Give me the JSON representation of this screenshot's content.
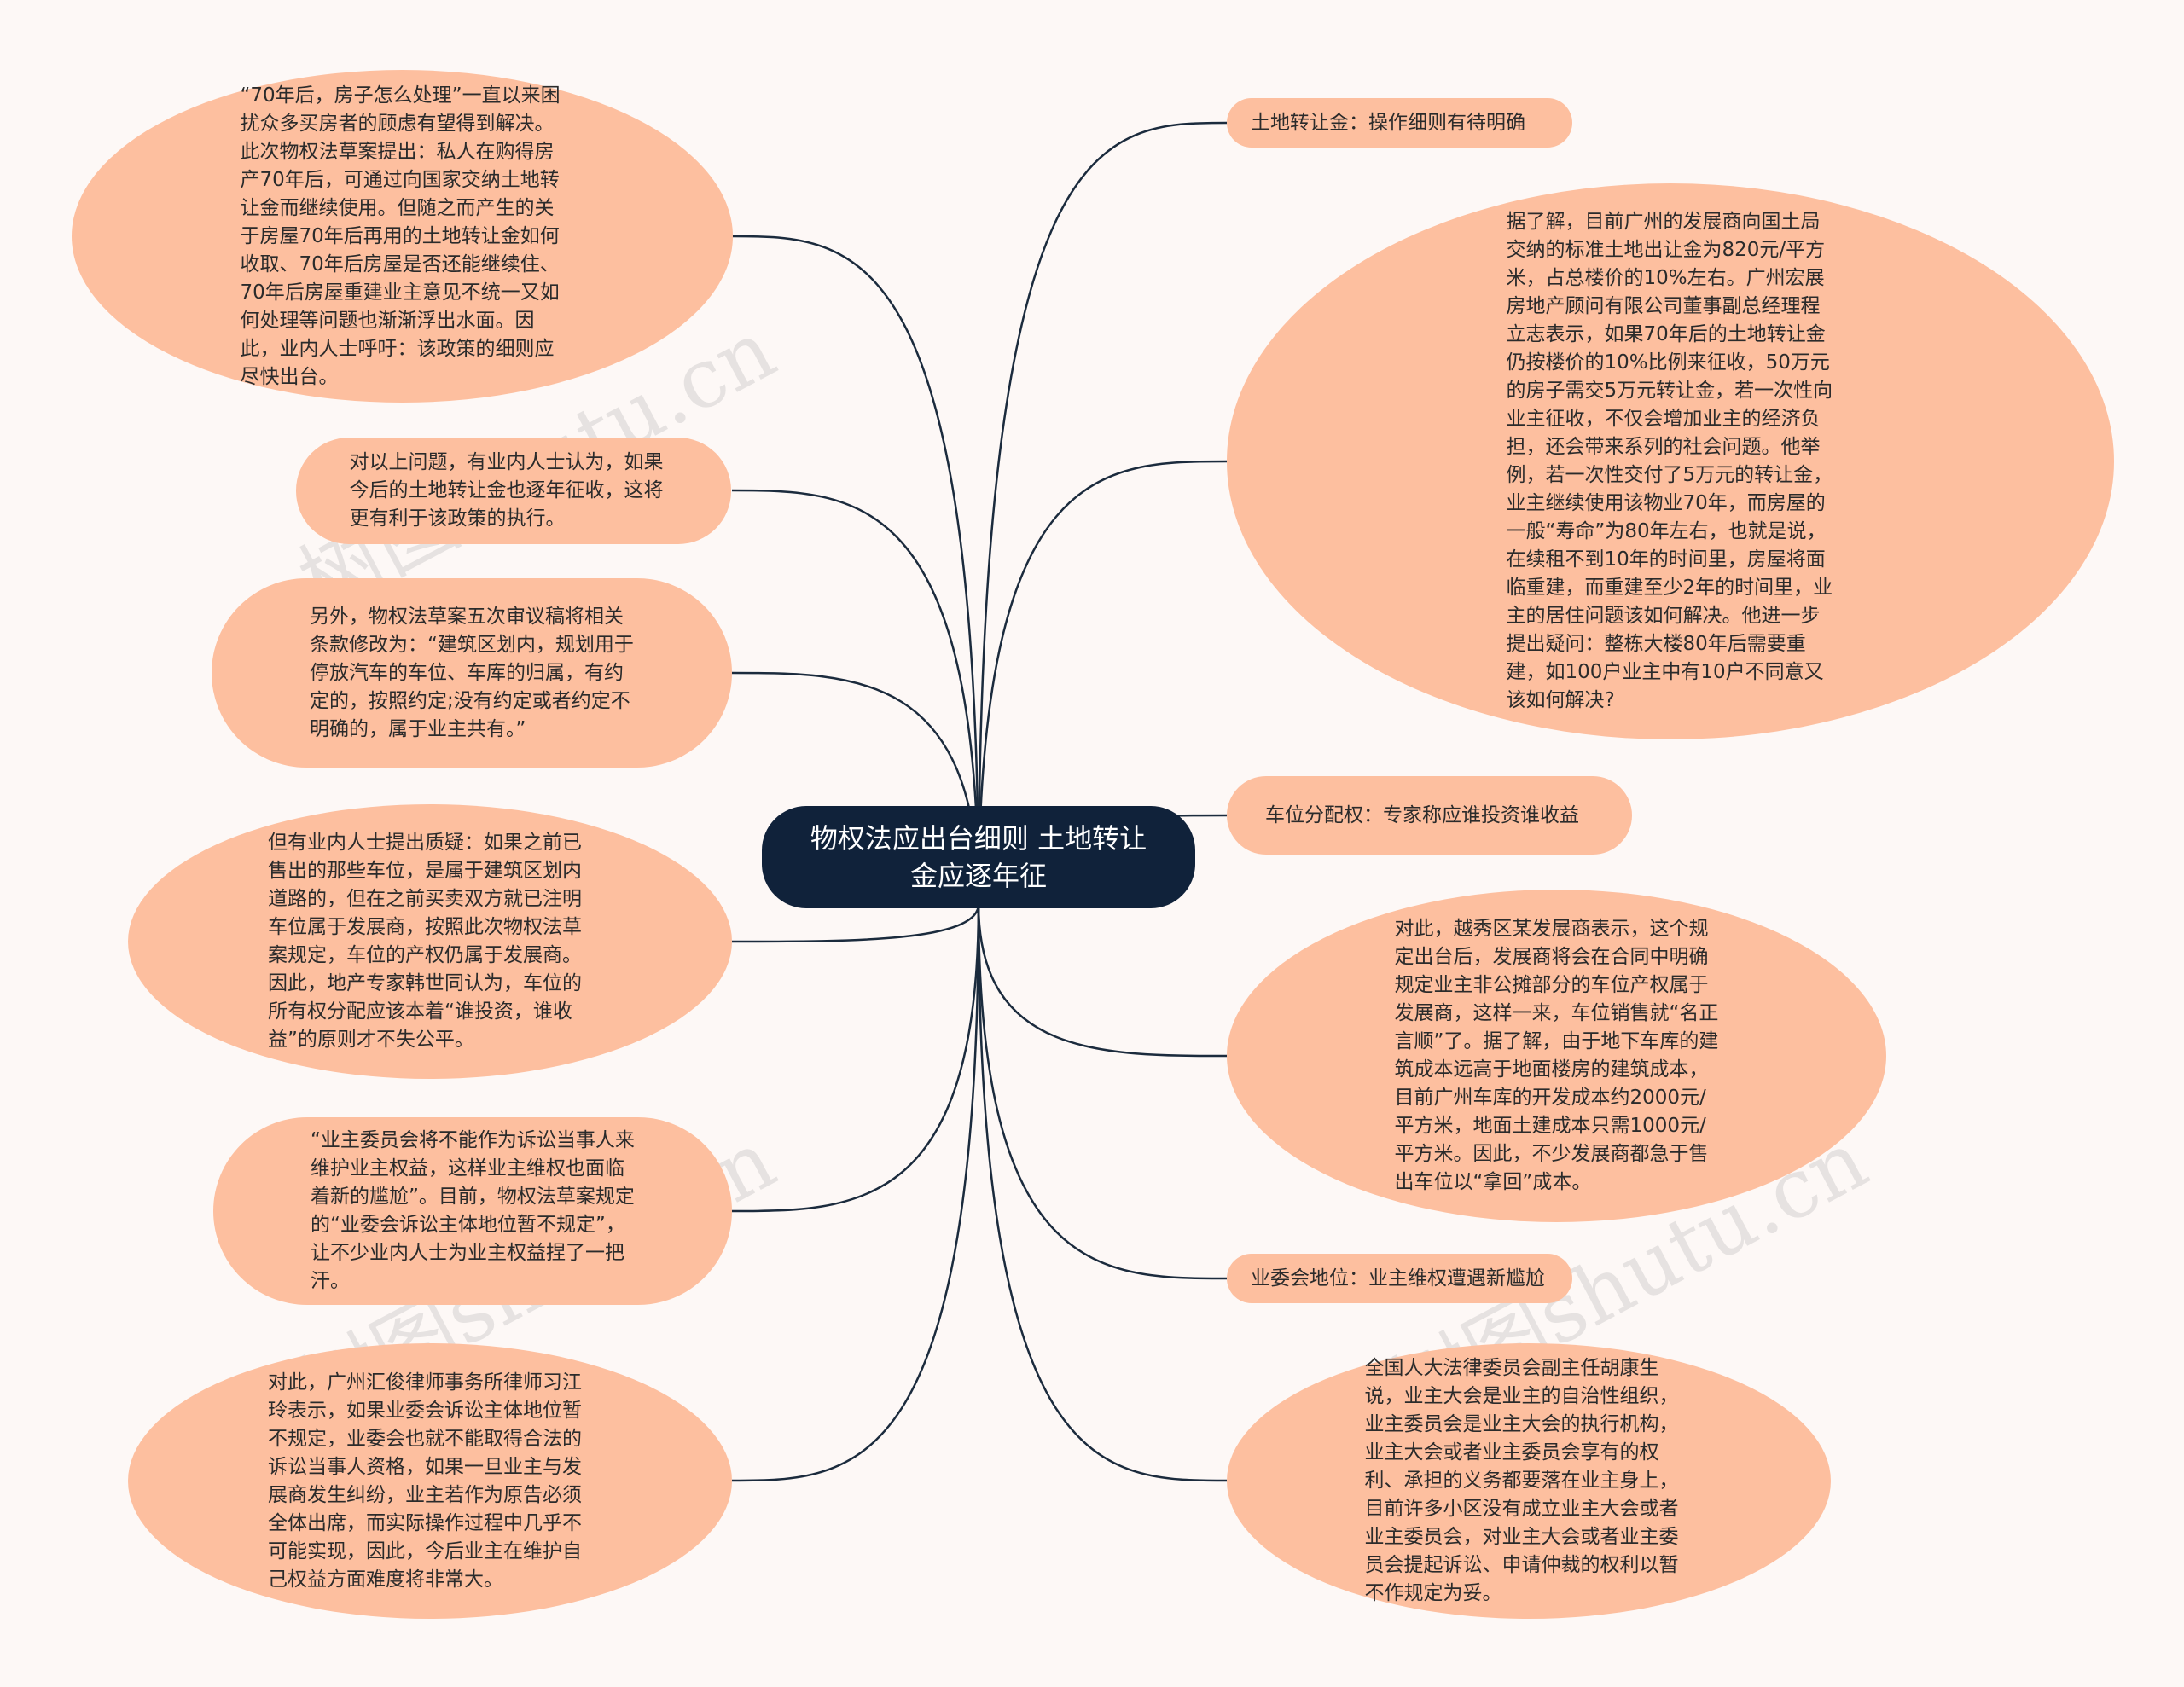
{
  "center": {
    "title": "物权法应出台细则 土地转让金应逐年征"
  },
  "left_nodes": [
    {
      "text": "“70年后，房子怎么处理”一直以来困扰众多买房者的顾虑有望得到解决。此次物权法草案提出：私人在购得房产70年后，可通过向国家交纳土地转让金而继续使用。但随之而产生的关于房屋70年后再用的土地转让金如何收取、70年后房屋是否还能继续住、70年后房屋重建业主意见不统一又如何处理等问题也渐渐浮出水面。因此，业内人士呼吁：该政策的细则应尽快出台。"
    },
    {
      "text": "对以上问题，有业内人士认为，如果今后的土地转让金也逐年征收，这将更有利于该政策的执行。"
    },
    {
      "text": "另外，物权法草案五次审议稿将相关条款修改为：“建筑区划内，规划用于停放汽车的车位、车库的归属，有约定的，按照约定;没有约定或者约定不明确的，属于业主共有。”"
    },
    {
      "text": "但有业内人士提出质疑：如果之前已售出的那些车位，是属于建筑区划内道路的，但在之前买卖双方就已注明车位属于发展商，按照此次物权法草案规定，车位的产权仍属于发展商。因此，地产专家韩世同认为，车位的所有权分配应该本着“谁投资，谁收益”的原则才不失公平。"
    },
    {
      "text": "“业主委员会将不能作为诉讼当事人来维护业主权益，这样业主维权也面临着新的尴尬”。目前，物权法草案规定的“业委会诉讼主体地位暂不规定”，让不少业内人士为业主权益捏了一把汗。"
    },
    {
      "text": "对此，广州汇俊律师事务所律师习江玲表示，如果业委会诉讼主体地位暂不规定，业委会也就不能取得合法的诉讼当事人资格，如果一旦业主与发展商发生纠纷，业主若作为原告必须全体出席，而实际操作过程中几乎不可能实现，因此，今后业主在维护自己权益方面难度将非常大。"
    }
  ],
  "right_nodes": [
    {
      "text": "土地转让金：操作细则有待明确"
    },
    {
      "text": "据了解，目前广州的发展商向国土局交纳的标准土地出让金为820元/平方米，占总楼价的10%左右。广州宏展房地产顾问有限公司董事副总经理程立志表示，如果70年后的土地转让金仍按楼价的10%比例来征收，50万元的房子需交5万元转让金，若一次性向业主征收，不仅会增加业主的经济负担，还会带来系列的社会问题。他举例，若一次性交付了5万元的转让金，业主继续使用该物业70年，而房屋的一般“寿命”为80年左右，也就是说，在续租不到10年的时间里，房屋将面临重建，而重建至少2年的时间里，业主的居住问题该如何解决。他进一步提出疑问：整栋大楼80年后需要重建，如100户业主中有10户不同意又该如何解决?"
    },
    {
      "text": "车位分配权：专家称应谁投资谁收益"
    },
    {
      "text": "对此，越秀区某发展商表示，这个规定出台后，发展商将会在合同中明确规定业主非公摊部分的车位产权属于发展商，这样一来，车位销售就“名正言顺”了。据了解，由于地下车库的建筑成本远高于地面楼房的建筑成本，目前广州车库的开发成本约2000元/平方米，地面土建成本只需1000元/平方米。因此，不少发展商都急于售出车位以“拿回”成本。"
    },
    {
      "text": "业委会地位：业主维权遭遇新尴尬"
    },
    {
      "text": "全国人大法律委员会副主任胡康生说，业主大会是业主的自治性组织，业主委员会是业主大会的执行机构，业主大会或者业主委员会享有的权利、承担的义务都要落在业主身上，目前许多小区没有成立业主大会或者业主委员会，对业主大会或者业主委员会提起诉讼、申请仲裁的权利以暂不作规定为妥。"
    }
  ],
  "watermarks": [
    "树图shutu.cn",
    "树图shutu.cn",
    "树图shutu.cn",
    "树图shutu.cn"
  ],
  "colors": {
    "bubble": "#fdbf9f",
    "center": "#10223a",
    "line": "#1b2b3d",
    "background": "#fdf8f6"
  }
}
